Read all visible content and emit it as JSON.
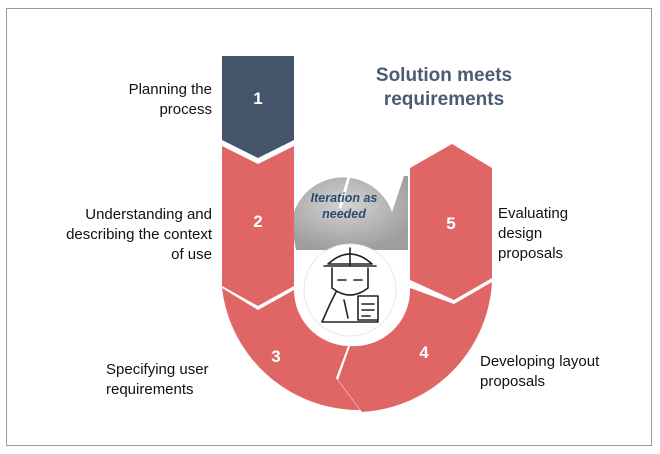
{
  "headline": "Solution meets requirements",
  "iteration_note": "Iteration as needed",
  "steps": [
    {
      "number": "1",
      "label": "Planning the process"
    },
    {
      "number": "2",
      "label": "Understanding and describing the context of use"
    },
    {
      "number": "3",
      "label": "Specifying user requirements"
    },
    {
      "number": "4",
      "label": "Developing layout proposals"
    },
    {
      "number": "5",
      "label": "Evaluating design proposals"
    }
  ],
  "colors": {
    "step1": "#44546a",
    "steps_other": "#e06666",
    "iteration_fill": "#b3b3b3",
    "headline": "#4a5b73"
  },
  "center_icon": "worker-with-clipboard-icon"
}
